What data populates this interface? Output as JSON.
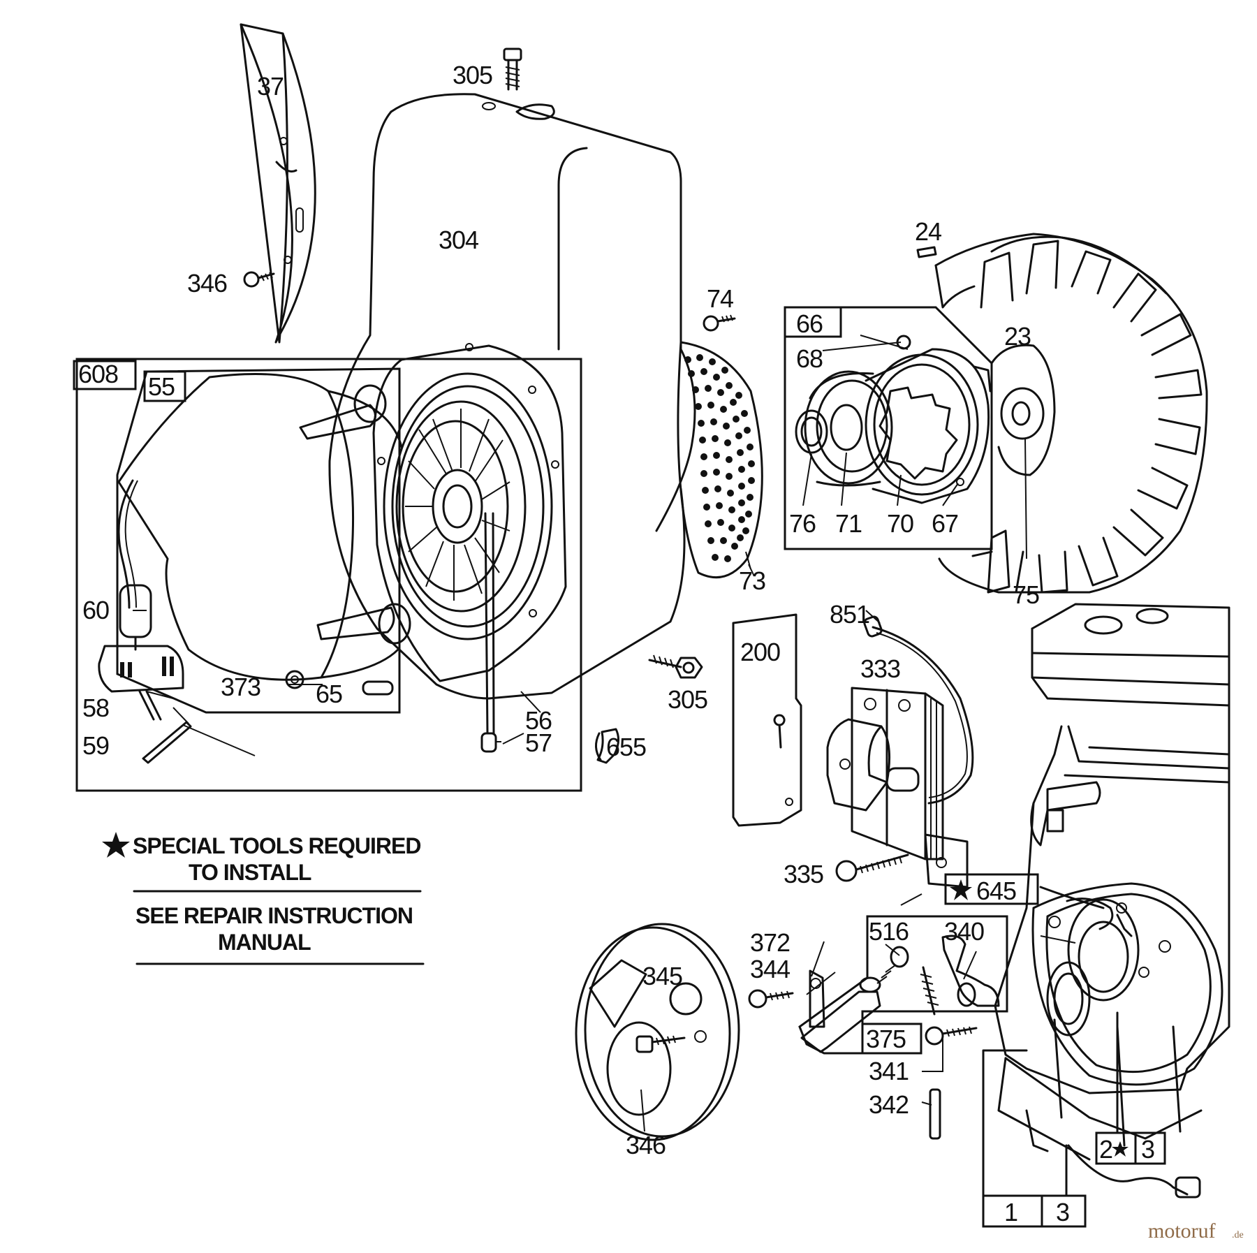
{
  "labels": {
    "l37": "37",
    "l305a": "305",
    "l304": "304",
    "l346a": "346",
    "l608": "608",
    "l55": "55",
    "l60": "60",
    "l373": "373",
    "l65": "65",
    "l58": "58",
    "l59": "59",
    "l56": "56",
    "l57": "57",
    "l73": "73",
    "l74": "74",
    "l24": "24",
    "l66": "66",
    "l68": "68",
    "l23": "23",
    "l76": "76",
    "l71": "71",
    "l70": "70",
    "l67": "67",
    "l75": "75",
    "l851": "851",
    "l200": "200",
    "l333": "333",
    "l305b": "305",
    "l655": "655",
    "l335": "335",
    "l645": "645",
    "l372": "372",
    "l344": "344",
    "l516": "516",
    "l340": "340",
    "l345": "345",
    "l375": "375",
    "l341": "341",
    "l342": "342",
    "l346b": "346",
    "l2": "2",
    "l3a": "3",
    "l1": "1",
    "l3b": "3"
  },
  "note": {
    "line1": "SPECIAL TOOLS REQUIRED",
    "line2": "TO INSTALL",
    "line3": "SEE REPAIR INSTRUCTION",
    "line4": "MANUAL"
  },
  "watermark": {
    "brand": "motoruf",
    "suffix": ".de"
  }
}
